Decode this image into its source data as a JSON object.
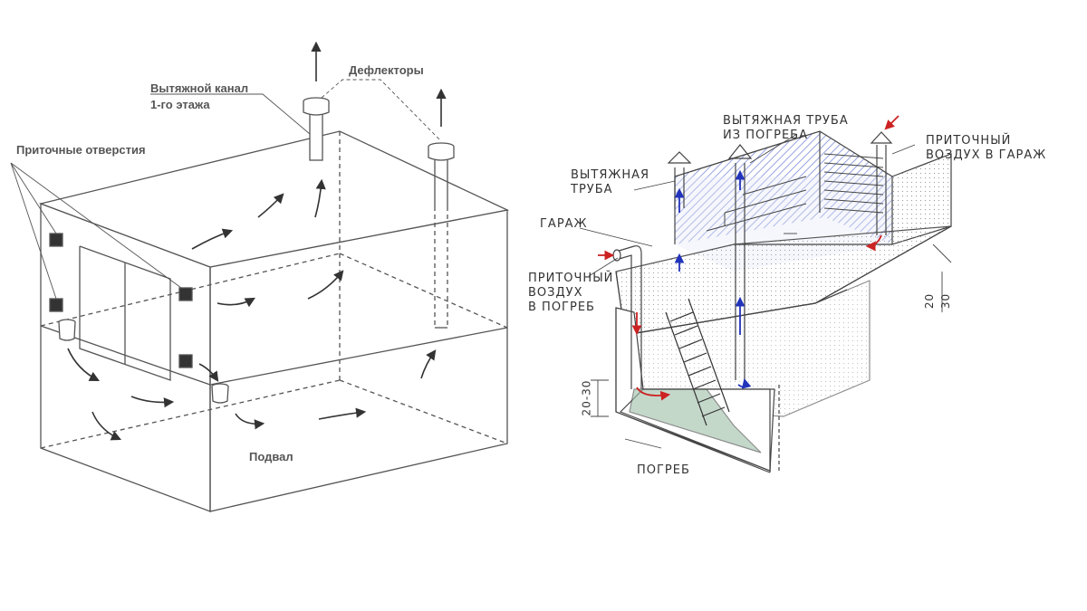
{
  "left_diagram": {
    "labels": {
      "exhaust_channel": "Вытяжной канал",
      "first_floor": "1-го этажа",
      "deflectors": "Дефлекторы",
      "supply_openings": "Приточные отверстия",
      "basement": "Подвал"
    }
  },
  "right_diagram": {
    "labels": {
      "exhaust_pipe_cellar_1": "ВЫТЯЖНАЯ ТРУБА",
      "exhaust_pipe_cellar_2": "ИЗ ПОГРЕБА",
      "exhaust_pipe_1": "ВЫТЯЖНАЯ",
      "exhaust_pipe_2": "ТРУБА",
      "supply_garage_1": "ПРИТОЧНЫЙ",
      "supply_garage_2": "ВОЗДУХ В ГАРАЖ",
      "garage": "ГАРАЖ",
      "supply_cellar_1": "ПРИТОЧНЫЙ",
      "supply_cellar_2": "ВОЗДУХ",
      "supply_cellar_3": "В ПОГРЕБ",
      "cellar": "ПОГРЕБ",
      "dim_20_30_left": "20-30",
      "dim_20": "20",
      "dim_30": "30"
    },
    "colors": {
      "blue_shade": "#3f55c8",
      "red_arrow": "#cc2222",
      "blue_arrow": "#2233bb",
      "green_shade": "#9ebfa8"
    }
  }
}
